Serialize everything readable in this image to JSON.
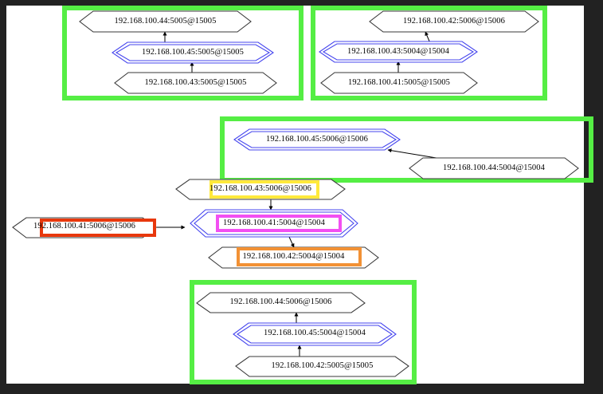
{
  "diagram": {
    "type": "graphviz-network-topology",
    "node_shape": "hexagon",
    "background": "#222222",
    "canvas_color": "#ffffff",
    "cluster_border_color": "#55ee44",
    "peripheral_node_color": "#3a3a3a",
    "doubled_node_color": "#4444ee",
    "edge_color": "#000000"
  },
  "clusters": [
    {
      "id": "cluster-1",
      "border_color": "#55ee44",
      "nodes": [
        "192.168.100.44:5005@15005",
        "192.168.100.45:5005@15005",
        "192.168.100.43:5005@15005"
      ]
    },
    {
      "id": "cluster-2",
      "border_color": "#55ee44",
      "nodes": [
        "192.168.100.42:5006@15006",
        "192.168.100.43:5004@15004",
        "192.168.100.41:5005@15005"
      ]
    },
    {
      "id": "cluster-3",
      "border_color": "#55ee44",
      "nodes": [
        "192.168.100.45:5006@15006",
        "192.168.100.44:5004@15004"
      ]
    },
    {
      "id": "cluster-4",
      "border_color": "#55ee44",
      "nodes": [
        "192.168.100.44:5006@15006",
        "192.168.100.45:5004@15004",
        "192.168.100.42:5005@15005"
      ]
    }
  ],
  "nodes": {
    "n_44_5005": {
      "label": "192.168.100.44:5005@15005",
      "style": "single",
      "highlight": null
    },
    "n_45_5005": {
      "label": "192.168.100.45:5005@15005",
      "style": "double-blue",
      "highlight": null
    },
    "n_43_5005": {
      "label": "192.168.100.43:5005@15005",
      "style": "single",
      "highlight": null
    },
    "n_42_5006": {
      "label": "192.168.100.42:5006@15006",
      "style": "single",
      "highlight": null
    },
    "n_43_5004": {
      "label": "192.168.100.43:5004@15004",
      "style": "double-blue",
      "highlight": null
    },
    "n_41_5005": {
      "label": "192.168.100.41:5005@15005",
      "style": "single",
      "highlight": null
    },
    "n_45_5006": {
      "label": "192.168.100.45:5006@15006",
      "style": "double-blue",
      "highlight": null
    },
    "n_44_5004": {
      "label": "192.168.100.44:5004@15004",
      "style": "single",
      "highlight": null
    },
    "n_43_5006": {
      "label": "192.168.100.43:5006@15006",
      "style": "single",
      "highlight": "#ffe93b"
    },
    "n_41_5004": {
      "label": "192.168.100.41:5004@15004",
      "style": "double-blue",
      "highlight": "#f24ff2"
    },
    "n_41_5006": {
      "label": "192.168.100.41:5006@15006",
      "style": "single",
      "highlight": "#e8380d"
    },
    "n_42_5004": {
      "label": "192.168.100.42:5004@15004",
      "style": "single",
      "highlight": "#f29135"
    },
    "n_44_5006": {
      "label": "192.168.100.44:5006@15006",
      "style": "single",
      "highlight": null
    },
    "n_45_5004": {
      "label": "192.168.100.45:5004@15004",
      "style": "double-blue",
      "highlight": null
    },
    "n_42_5005": {
      "label": "192.168.100.42:5005@15005",
      "style": "single",
      "highlight": null
    }
  },
  "highlight_colors": {
    "yellow": "#ffe93b",
    "magenta": "#f24ff2",
    "red": "#e8380d",
    "orange": "#f29135"
  },
  "edges": [
    {
      "from": "192.168.100.45:5005@15005",
      "to": "192.168.100.44:5005@15005"
    },
    {
      "from": "192.168.100.43:5005@15005",
      "to": "192.168.100.45:5005@15005"
    },
    {
      "from": "192.168.100.43:5004@15004",
      "to": "192.168.100.42:5006@15006"
    },
    {
      "from": "192.168.100.41:5005@15005",
      "to": "192.168.100.43:5004@15004"
    },
    {
      "from": "192.168.100.44:5004@15004",
      "to": "192.168.100.45:5006@15006"
    },
    {
      "from": "192.168.100.43:5006@15006",
      "to": "192.168.100.41:5004@15004"
    },
    {
      "from": "192.168.100.41:5006@15006",
      "to": "192.168.100.41:5004@15004"
    },
    {
      "from": "192.168.100.41:5004@15004",
      "to": "192.168.100.42:5004@15004"
    },
    {
      "from": "192.168.100.45:5004@15004",
      "to": "192.168.100.44:5006@15006"
    },
    {
      "from": "192.168.100.42:5005@15005",
      "to": "192.168.100.45:5004@15004"
    }
  ]
}
